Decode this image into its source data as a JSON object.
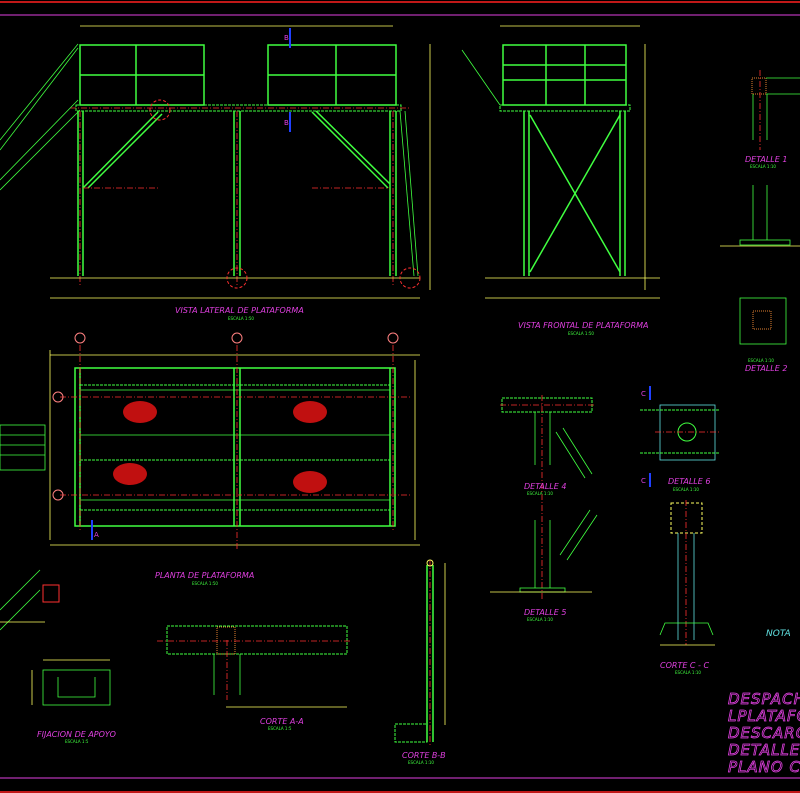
{
  "views": {
    "lateral": {
      "title": "VISTA LATERAL DE PLATAFORMA",
      "scale": "ESCALA 1:50"
    },
    "frontal": {
      "title": "VISTA FRONTAL DE PLATAFORMA",
      "scale": "ESCALA 1:50"
    },
    "planta": {
      "title": "PLANTA DE PLATAFORMA",
      "scale": "ESCALA 1:50"
    },
    "fijacion": {
      "title": "FIJACION DE APOYO",
      "scale": "ESCALA 1:5"
    },
    "corte_aa": {
      "title": "CORTE A-A",
      "scale": "ESCALA 1:5"
    },
    "corte_bb": {
      "title": "CORTE B-B",
      "scale": "ESCALA 1:10"
    },
    "detalle1": {
      "title": "DETALLE 1",
      "scale": "ESCALA 1:10"
    },
    "detalle2": {
      "title": "DETALLE 2",
      "scale": "ESCALA 1:10"
    },
    "detalle4": {
      "title": "DETALLE 4",
      "scale": "ESCALA 1:10"
    },
    "detalle5": {
      "title": "DETALLE 5",
      "scale": "ESCALA 1:10"
    },
    "detalle6": {
      "title": "DETALLE 6",
      "scale": "ESCALA 1:10"
    },
    "corte_cc": {
      "title": "CORTE C - C",
      "scale": "ESCALA 1:10"
    }
  },
  "section_markers": {
    "b": "B",
    "a": "A",
    "c": "C"
  },
  "title_block": [
    "DESPACH",
    "LPLATAFO",
    "DESCARG",
    "DETALLES",
    "PLANO C"
  ],
  "notes_label": "NOTA",
  "colors": {
    "background": "#000000",
    "structure": "#40ff40",
    "dimension": "#ffff60",
    "axis": "#ff3030",
    "title": "#e040e0",
    "frame": "#e040e0",
    "border": "#ff2020",
    "marker": "#2040ff"
  }
}
